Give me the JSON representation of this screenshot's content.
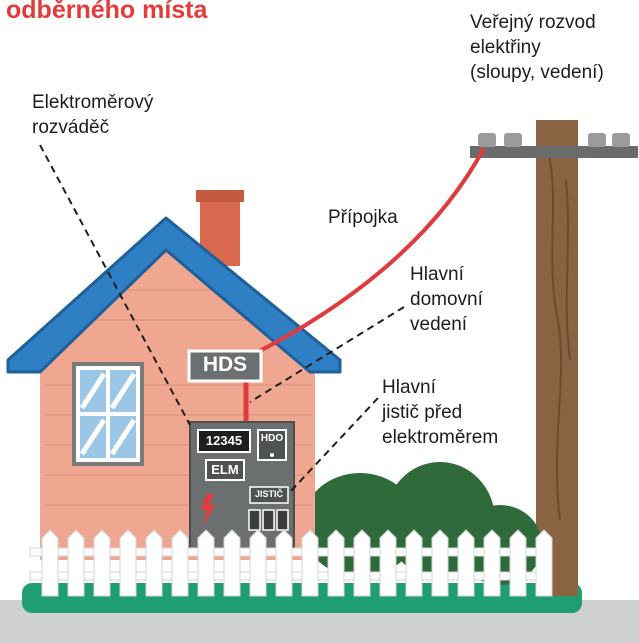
{
  "title": "odběrného místa",
  "labels": {
    "verejny_rozvod": [
      "Veřejný rozvod",
      "elektřiny",
      "(sloupy, vedení)"
    ],
    "elektromerovy_rozvadec": [
      "Elektroměrový",
      "rozváděč"
    ],
    "pripojka": "Přípojka",
    "hlavni_domovni_vedeni": [
      "Hlavní",
      "domovní",
      "vedení"
    ],
    "hlavni_jistic": [
      "Hlavní",
      "jistič před",
      "elektroměrem"
    ]
  },
  "box_labels": {
    "hds": "HDS",
    "meter_reading": "12345",
    "hdo": "HDO",
    "elm": "ELM",
    "jistic": "JISTIČ"
  },
  "colors": {
    "title": "#e33a3b",
    "cable": "#e03a3e",
    "roof": "#2f7fc4",
    "wall": "#f0a791",
    "chimney": "#d9694f",
    "pole": "#8a6343",
    "bush": "#2f6a3b",
    "grass": "#1f9e73",
    "ground": "#cfd1d1",
    "cabinet": "#6c6f70"
  }
}
